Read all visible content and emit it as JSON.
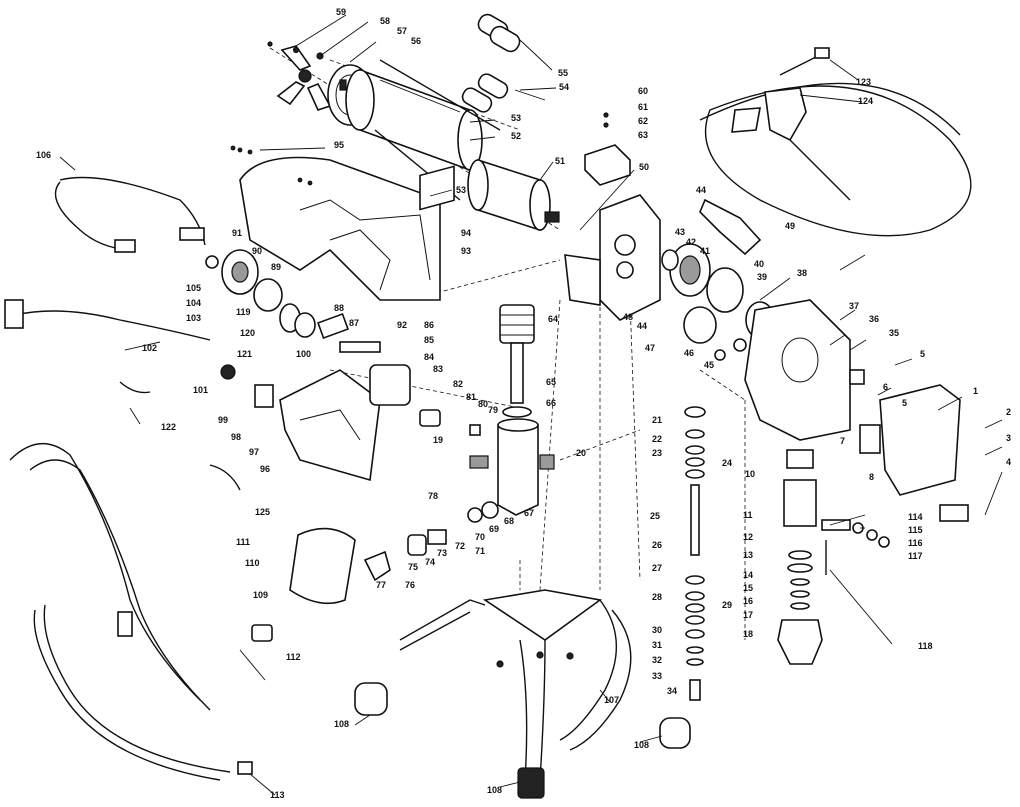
{
  "diagram": {
    "callouts": {
      "c1": "1",
      "c2": "2",
      "c3": "3",
      "c4": "4",
      "c5a": "5",
      "c5b": "5",
      "c6": "6",
      "c7": "7",
      "c8": "8",
      "c10": "10",
      "c11": "11",
      "c12": "12",
      "c13": "13",
      "c14": "14",
      "c15": "15",
      "c16": "16",
      "c17": "17",
      "c18": "18",
      "c19": "19",
      "c20": "20",
      "c21": "21",
      "c22": "22",
      "c23": "23",
      "c24": "24",
      "c25": "25",
      "c26": "26",
      "c27": "27",
      "c28": "28",
      "c29": "29",
      "c30": "30",
      "c31": "31",
      "c32": "32",
      "c33": "33",
      "c34": "34",
      "c35": "35",
      "c36": "36",
      "c37": "37",
      "c38": "38",
      "c39": "39",
      "c40": "40",
      "c41": "41",
      "c42": "42",
      "c43": "43",
      "c44a": "44",
      "c44b": "44",
      "c45": "45",
      "c46": "46",
      "c47": "47",
      "c48": "48",
      "c49": "49",
      "c50": "50",
      "c51": "51",
      "c52": "52",
      "c53a": "53",
      "c53b": "53",
      "c54": "54",
      "c55": "55",
      "c56": "56",
      "c57": "57",
      "c58": "58",
      "c59": "59",
      "c60": "60",
      "c61": "61",
      "c62": "62",
      "c63": "63",
      "c64": "64",
      "c65": "65",
      "c66": "66",
      "c67": "67",
      "c68": "68",
      "c69": "69",
      "c70": "70",
      "c71": "71",
      "c72": "72",
      "c73": "73",
      "c74": "74",
      "c75": "75",
      "c76": "76",
      "c77": "77",
      "c78": "78",
      "c79": "79",
      "c80": "80",
      "c81": "81",
      "c82": "82",
      "c83": "83",
      "c84": "84",
      "c85": "85",
      "c86": "86",
      "c87": "87",
      "c88": "88",
      "c89": "89",
      "c90": "90",
      "c91": "91",
      "c92": "92",
      "c93": "93",
      "c94": "94",
      "c95": "95",
      "c96": "96",
      "c97": "97",
      "c98": "98",
      "c99": "99",
      "c100": "100",
      "c101": "101",
      "c102": "102",
      "c103": "103",
      "c104": "104",
      "c105": "105",
      "c106": "106",
      "c107": "107",
      "c108a": "108",
      "c108b": "108",
      "c108c": "108",
      "c109": "109",
      "c110": "110",
      "c111": "111",
      "c112": "112",
      "c113": "113",
      "c114": "114",
      "c115": "115",
      "c116": "116",
      "c117": "117",
      "c118": "118",
      "c119": "119",
      "c120": "120",
      "c121": "121",
      "c122": "122",
      "c123": "123",
      "c124": "124",
      "c125": "125"
    }
  }
}
